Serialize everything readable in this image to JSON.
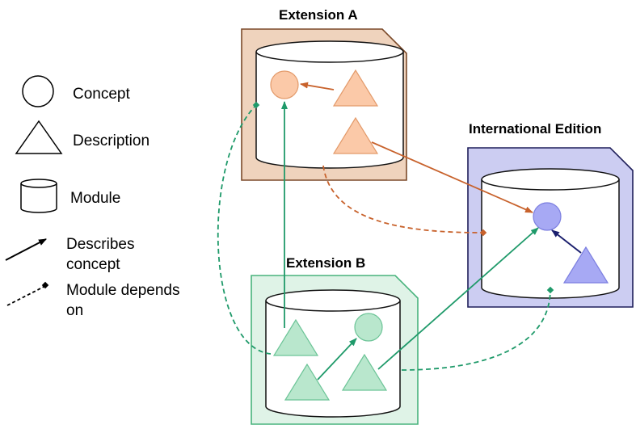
{
  "legend": {
    "concept": "Concept",
    "description": "Description",
    "module": "Module",
    "describes_line1": "Describes",
    "describes_line2": "concept",
    "depends_line1": "Module depends",
    "depends_line2": "on"
  },
  "extension_a": {
    "title": "Extension A"
  },
  "extension_b": {
    "title": "Extension B"
  },
  "international": {
    "title": "International Edition"
  },
  "colors": {
    "ext_a_fill": "#efd3bd",
    "ext_a_stroke": "#7b4a2a",
    "ext_a_shape": "#fbc9a8",
    "ext_a_arrow": "#c8622c",
    "ext_b_fill": "#dff3e7",
    "ext_b_stroke": "#49b37d",
    "ext_b_shape": "#b9e7cd",
    "ext_b_arrow": "#1f9a6a",
    "int_fill": "#cccdf2",
    "int_stroke": "#1f1f5a",
    "int_shape": "#a7a9f4",
    "int_arrow": "#1b1f6e"
  }
}
